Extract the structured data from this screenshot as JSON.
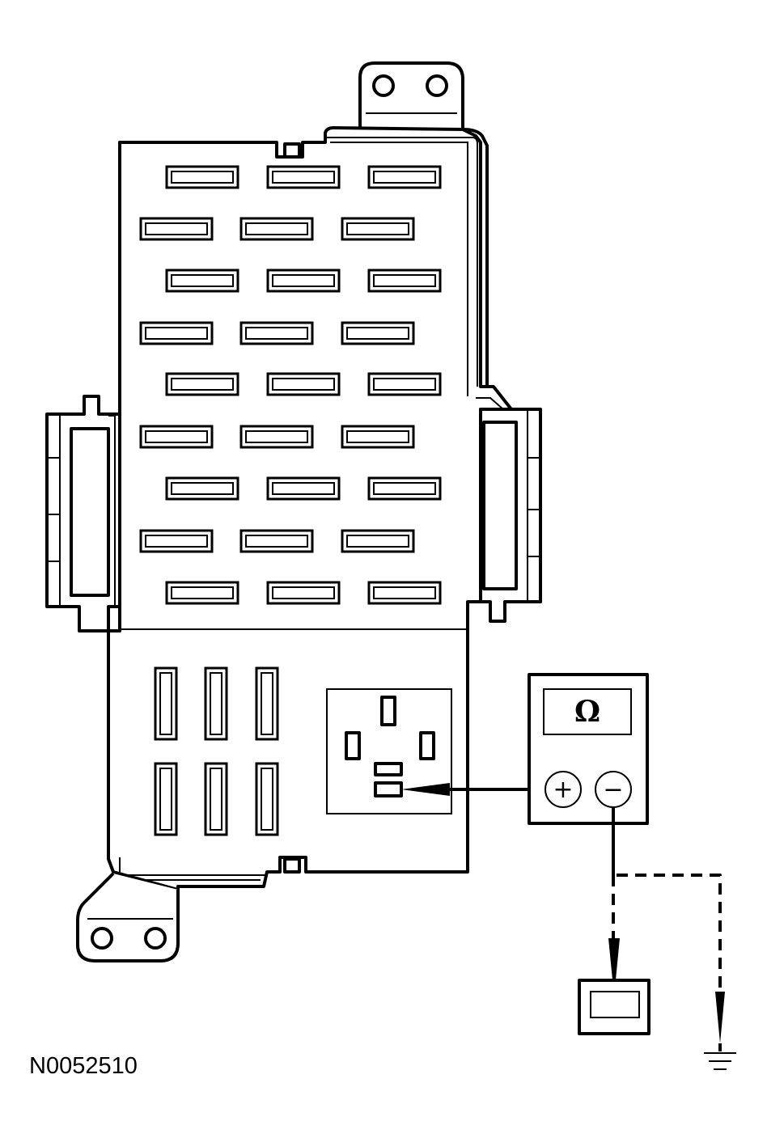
{
  "figure_id": "N0052510",
  "meter": {
    "display_symbol": "Ω",
    "positive_label": "+",
    "negative_label": "−"
  },
  "icons": [
    "fuse-box",
    "multimeter",
    "probe",
    "ground-symbol"
  ]
}
